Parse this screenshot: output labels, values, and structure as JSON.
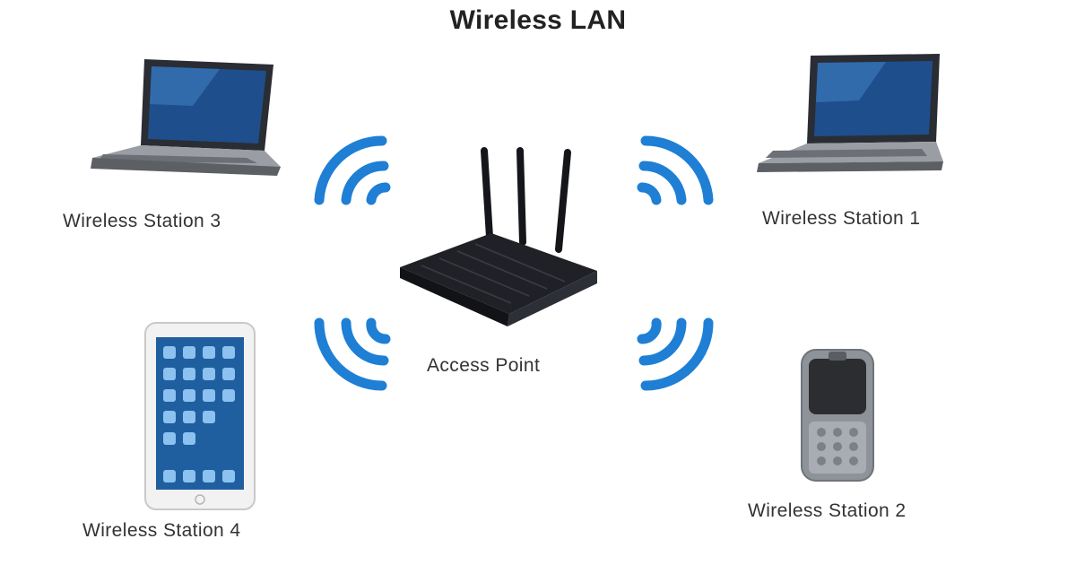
{
  "diagram": {
    "title": "Wireless LAN",
    "access_point": {
      "label": "Access Point"
    },
    "stations": [
      {
        "id": "station-1",
        "label": "Wireless Station 1",
        "device": "laptop"
      },
      {
        "id": "station-2",
        "label": "Wireless Station 2",
        "device": "handheld-phone"
      },
      {
        "id": "station-3",
        "label": "Wireless Station 3",
        "device": "laptop"
      },
      {
        "id": "station-4",
        "label": "Wireless Station 4",
        "device": "tablet"
      }
    ],
    "colors": {
      "signal": "#1e7fd4",
      "router": "#1f2126",
      "laptop_body": "#8a8d92",
      "screen": "#1e4f8c",
      "text": "#333333"
    }
  }
}
